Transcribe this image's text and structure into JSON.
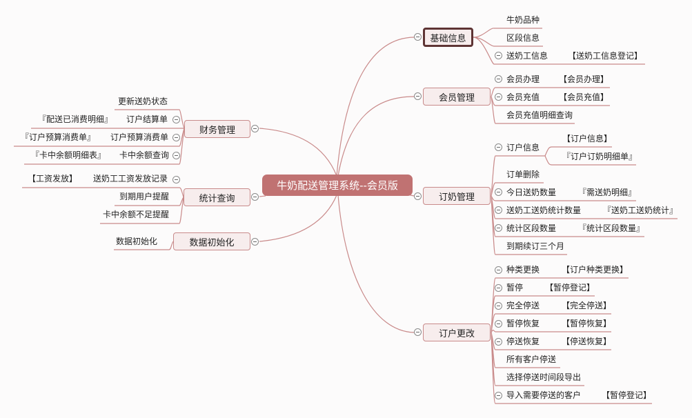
{
  "root": {
    "label": "牛奶配送管理系统--会员版"
  },
  "right_branches": [
    {
      "label": "基础信息",
      "selected": true,
      "children": [
        {
          "label": "牛奶品种"
        },
        {
          "label": "区段信息"
        },
        {
          "label": "送奶工信息",
          "sub": [
            "【送奶工信息登记】"
          ]
        }
      ]
    },
    {
      "label": "会员管理",
      "children": [
        {
          "label": "会员办理",
          "sub": [
            "【会员办理】"
          ]
        },
        {
          "label": "会员充值",
          "sub": [
            "【会员充值】"
          ]
        },
        {
          "label": "会员充值明细查询"
        }
      ]
    },
    {
      "label": "订奶管理",
      "children": [
        {
          "label": "订户信息",
          "sub": [
            "【订户信息】",
            "『订户订奶明细单』"
          ]
        },
        {
          "label": "订单删除"
        },
        {
          "label": "今日送奶数量",
          "sub": [
            "『需送奶明细』"
          ]
        },
        {
          "label": "送奶工送奶统计数量",
          "sub": [
            "『送奶工送奶统计』"
          ]
        },
        {
          "label": "统计区段数量",
          "sub": [
            "『统计区段数量』"
          ]
        },
        {
          "label": "到期续订三个月"
        }
      ]
    },
    {
      "label": "订户更改",
      "children": [
        {
          "label": "种类更换",
          "sub": [
            "【订户种类更换】"
          ]
        },
        {
          "label": "暂停",
          "sub": [
            "【暂停登记】"
          ]
        },
        {
          "label": "完全停送",
          "sub": [
            "【完全停送】"
          ]
        },
        {
          "label": "暂停恢复",
          "sub": [
            "【暂停恢复】"
          ]
        },
        {
          "label": "停送恢复",
          "sub": [
            "【停送恢复】"
          ]
        },
        {
          "label": "所有客户停送"
        },
        {
          "label": "选择停送时间段导出"
        },
        {
          "label": "导入需要停送的客户",
          "sub": [
            "【暂停登记】"
          ]
        }
      ]
    }
  ],
  "left_branches": [
    {
      "label": "财务管理",
      "children": [
        {
          "label": "更新送奶状态"
        },
        {
          "label": "订户结算单",
          "sub": [
            "『配送已消费明细』"
          ]
        },
        {
          "label": "订户预算消费单",
          "sub": [
            "『订户预算消费单』"
          ]
        },
        {
          "label": "卡中余额查询",
          "sub": [
            "『卡中余额明细表』"
          ]
        }
      ]
    },
    {
      "label": "统计查询",
      "children": [
        {
          "label": "送奶工工资发放记录",
          "sub": [
            "【工资发放】"
          ]
        },
        {
          "label": "到期用户提醒"
        },
        {
          "label": "卡中余额不足提醒"
        }
      ]
    },
    {
      "label": "数据初始化",
      "children": [
        {
          "label": "数据初始化"
        }
      ]
    }
  ],
  "colors": {
    "line": "#c98a8a",
    "root_fill": "#c07272",
    "node_fill": "#f7eded",
    "selected_border": "#5e3434"
  }
}
